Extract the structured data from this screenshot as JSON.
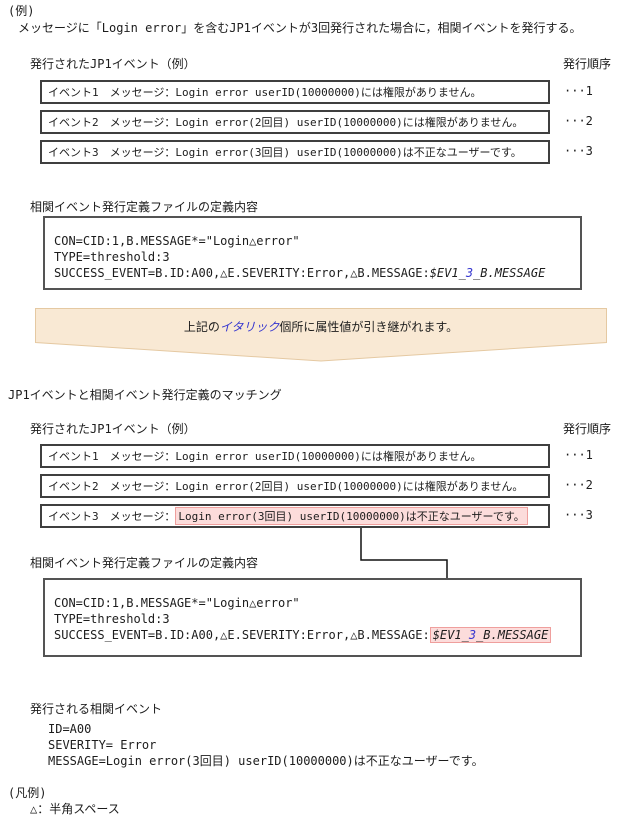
{
  "colors": {
    "highlight_pink_fill": "#fcdcdb",
    "highlight_pink_border": "#ef9f9d",
    "banner_fill": "#f9e9d4",
    "banner_border": "#e5c9a2",
    "link_blue": "#3434cf",
    "box_border": "#3f3f3f"
  },
  "header": {
    "example_label": "(例)",
    "intro": "メッセージに「Login error」を含むJP1イベントが3回発行された場合に，相関イベントを発行する。"
  },
  "section1": {
    "events_heading": "発行されたJP1イベント（例）",
    "order_heading": "発行順序",
    "definition_heading": "相関イベント発行定義ファイルの定義内容"
  },
  "section2": {
    "matching_heading": "JP1イベントと相関イベント発行定義のマッチング",
    "events_heading": "発行されたJP1イベント（例）",
    "order_heading": "発行順序",
    "definition_heading": "相関イベント発行定義ファイルの定義内容"
  },
  "events": {
    "e1": {
      "prefix": "イベント1　メッセージ：",
      "message": "Login error userID(10000000)には権限がありません。",
      "order": "···1"
    },
    "e2": {
      "prefix": "イベント2　メッセージ：",
      "message": "Login error(2回目) userID(10000000)には権限がありません。",
      "order": "···2"
    },
    "e3": {
      "prefix": "イベント3　メッセージ：",
      "message": "Login error(3回目) userID(10000000)は不正なユーザーです。",
      "order": "···3"
    }
  },
  "definition": {
    "line1": "CON=CID:1,B.MESSAGE*=\"Login△error\"",
    "line2": "TYPE=threshold:3",
    "line3_prefix": "SUCCESS_EVENT=B.ID:A00,△E.SEVERITY:Error,△B.MESSAGE:",
    "var_pre": "$EV1_",
    "var_num": "3",
    "var_post": "_B.MESSAGE"
  },
  "banner": {
    "pre": "上記の",
    "emphasis": "イタリック",
    "post": "個所に属性値が引き継がれます。"
  },
  "result": {
    "heading": "発行される相関イベント",
    "line1": "ID=A00",
    "line2": "SEVERITY= Error",
    "line3": "MESSAGE=Login error(3回目) userID(10000000)は不正なユーザーです。"
  },
  "legend": {
    "label": "(凡例)",
    "item": "△：半角スペース"
  }
}
